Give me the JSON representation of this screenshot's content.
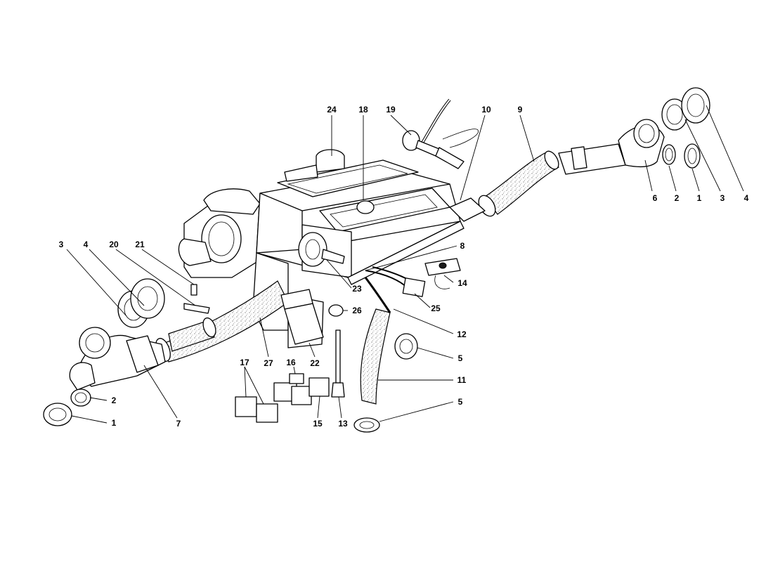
{
  "diagram": {
    "callouts": [
      {
        "id": "c-24",
        "label": "24"
      },
      {
        "id": "c-18",
        "label": "18"
      },
      {
        "id": "c-19",
        "label": "19"
      },
      {
        "id": "c-10",
        "label": "10"
      },
      {
        "id": "c-9",
        "label": "9"
      },
      {
        "id": "c-6",
        "label": "6"
      },
      {
        "id": "c-2r",
        "label": "2"
      },
      {
        "id": "c-1r",
        "label": "1"
      },
      {
        "id": "c-3r",
        "label": "3"
      },
      {
        "id": "c-4r",
        "label": "4"
      },
      {
        "id": "c-3l",
        "label": "3"
      },
      {
        "id": "c-4l",
        "label": "4"
      },
      {
        "id": "c-20",
        "label": "20"
      },
      {
        "id": "c-21",
        "label": "21"
      },
      {
        "id": "c-8",
        "label": "8"
      },
      {
        "id": "c-14",
        "label": "14"
      },
      {
        "id": "c-23",
        "label": "23"
      },
      {
        "id": "c-25",
        "label": "25"
      },
      {
        "id": "c-26",
        "label": "26"
      },
      {
        "id": "c-12",
        "label": "12"
      },
      {
        "id": "c-5a",
        "label": "5"
      },
      {
        "id": "c-11",
        "label": "11"
      },
      {
        "id": "c-5b",
        "label": "5"
      },
      {
        "id": "c-27",
        "label": "27"
      },
      {
        "id": "c-22",
        "label": "22"
      },
      {
        "id": "c-17",
        "label": "17"
      },
      {
        "id": "c-16",
        "label": "16"
      },
      {
        "id": "c-15",
        "label": "15"
      },
      {
        "id": "c-13",
        "label": "13"
      },
      {
        "id": "c-7",
        "label": "7"
      },
      {
        "id": "c-2l",
        "label": "2"
      },
      {
        "id": "c-1l",
        "label": "1"
      }
    ]
  }
}
